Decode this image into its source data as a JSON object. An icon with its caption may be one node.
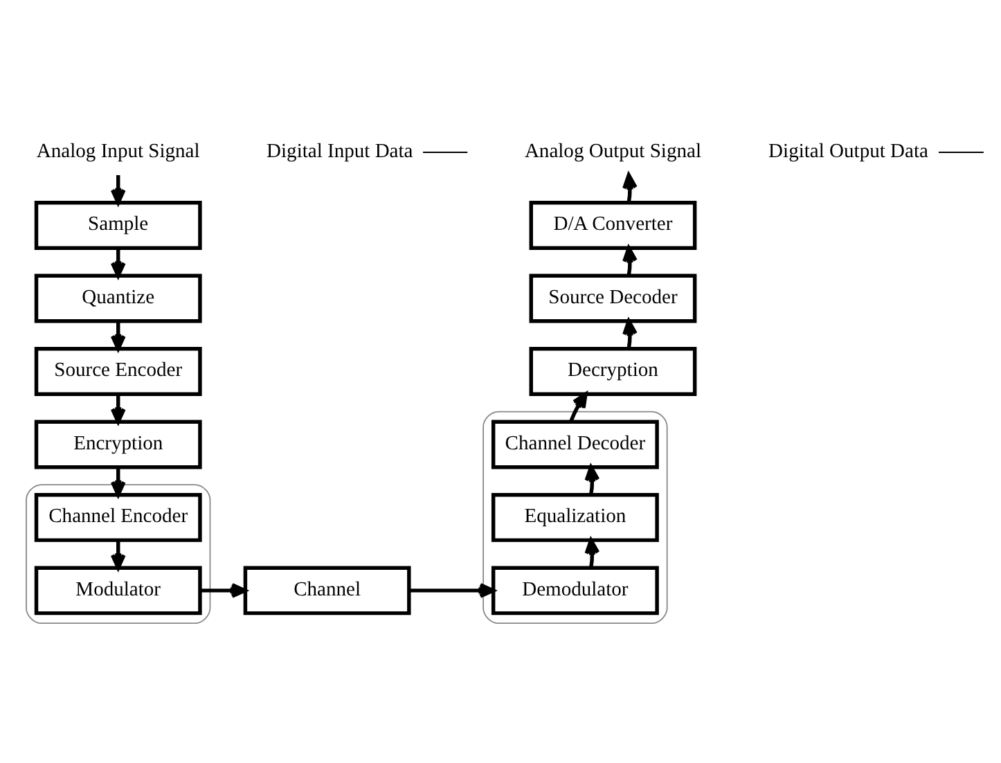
{
  "diagram": {
    "nodes": [
      {
        "text": [
          "Analog Input Signal"
        ]
      },
      {
        "text": [
          "Sample"
        ]
      },
      {
        "text": [
          "Quantize"
        ]
      },
      {
        "text": [
          "Digital Input Data"
        ]
      },
      {
        "text": [
          "Source Encoder"
        ]
      },
      {
        "text": [
          "Encryption"
        ]
      },
      {
        "text": [],
        "shape": "box"
      },
      {
        "text": [
          "Channel Encoder"
        ],
        "in": 6
      },
      {
        "text": [
          "Modulator"
        ],
        "in": 6
      },
      {
        "text": [
          "Channel"
        ]
      },
      {
        "text": [],
        "shape": "box"
      },
      {
        "text": [
          "Channel Decoder"
        ],
        "in": 10
      },
      {
        "text": [
          "Equalization"
        ],
        "in": 10
      },
      {
        "text": [
          "Demodulator"
        ],
        "in": 10
      },
      {
        "text": [
          "Decryption"
        ]
      },
      {
        "text": [
          "Source Decoder"
        ]
      },
      {
        "text": [
          "Digital Output Data"
        ]
      },
      {
        "text": [
          "D/A Converter"
        ]
      },
      {
        "text": [
          "Analog Output Signal"
        ]
      }
    ],
    "edges": [
      {
        "from": 0,
        "to": 1,
        "arrow": "to"
      },
      {
        "from": 1,
        "to": 2,
        "arrow": "to"
      },
      {
        "from": 2,
        "to": 4,
        "arrow": "to"
      },
      {
        "from": 3,
        "to": null,
        "arrow": "none"
      },
      {
        "from": 4,
        "to": 5,
        "arrow": "to"
      },
      {
        "from": 5,
        "to": 7,
        "arrow": "to"
      },
      {
        "from": 7,
        "to": 8,
        "arrow": "to"
      },
      {
        "from": 8,
        "to": 9,
        "arrow": "to"
      },
      {
        "from": 9,
        "to": 13,
        "arrow": "to"
      },
      {
        "from": 13,
        "to": 12,
        "arrow": "to"
      },
      {
        "from": 12,
        "to": 11,
        "arrow": "to"
      },
      {
        "from": 11,
        "to": 14,
        "arrow": "to"
      },
      {
        "from": 14,
        "to": 15,
        "arrow": "to"
      },
      {
        "from": 16,
        "to": null,
        "arrow": "none"
      },
      {
        "from": 15,
        "to": 17,
        "arrow": "to"
      },
      {
        "from": 17,
        "to": 18,
        "arrow": "to"
      }
    ]
  }
}
